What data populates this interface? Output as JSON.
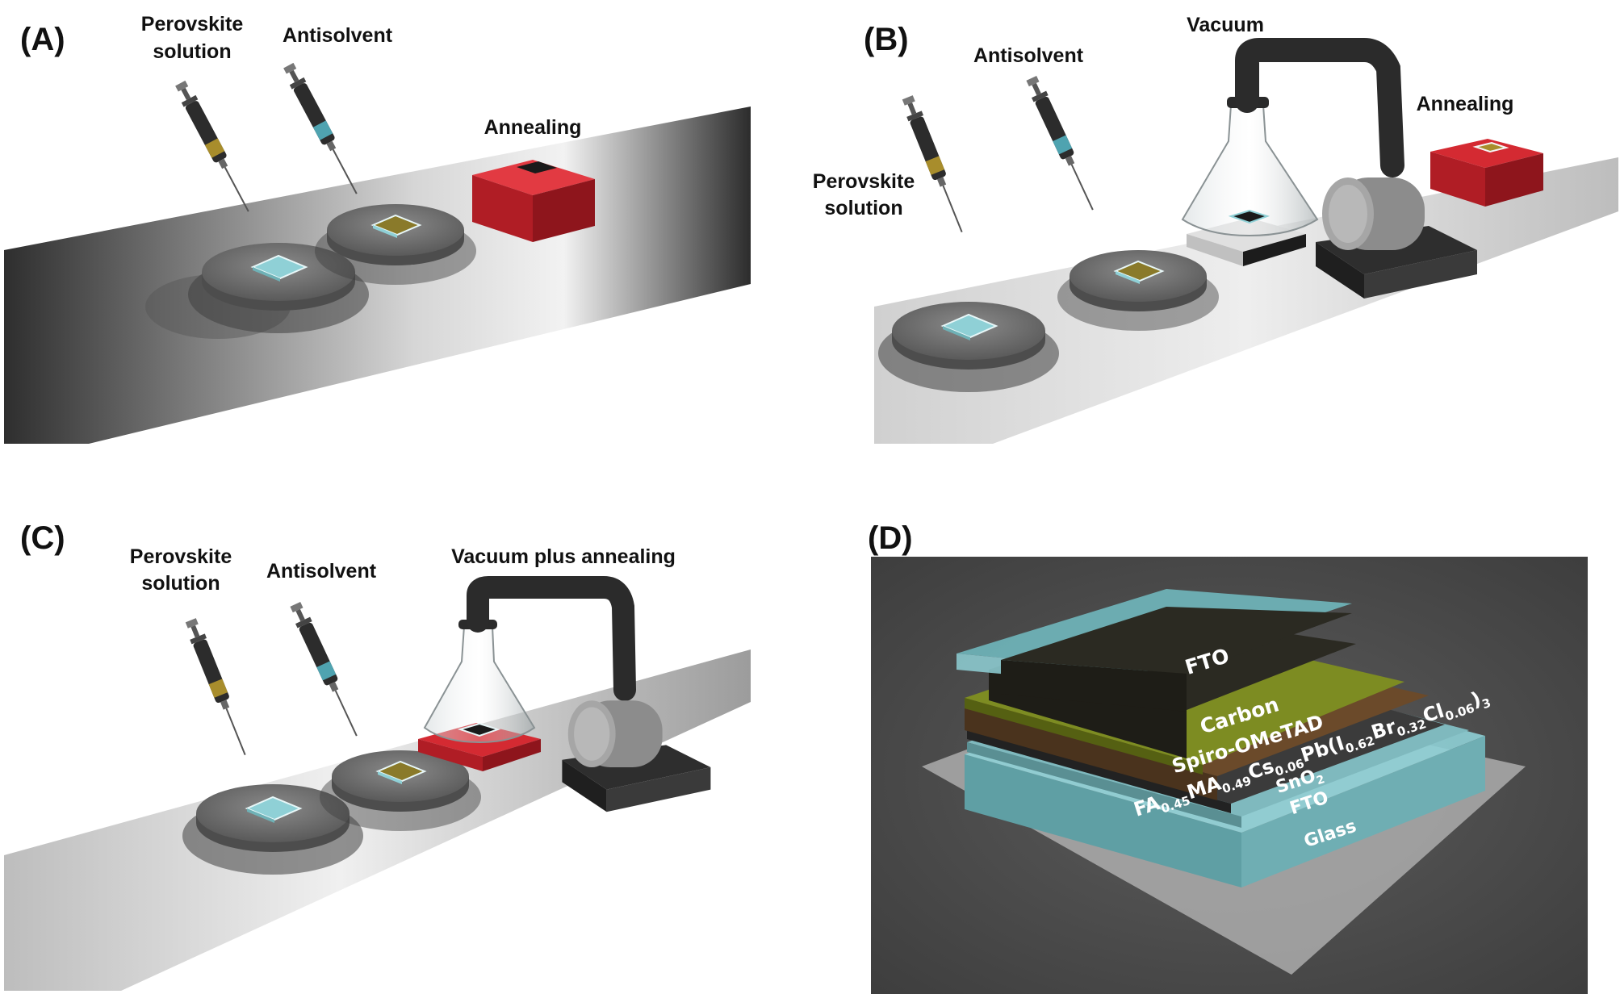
{
  "panels": {
    "a": {
      "letter": "(A)",
      "perovskite": [
        "Perovskite",
        "solution"
      ],
      "antisolvent": "Antisolvent",
      "annealing": "Annealing"
    },
    "b": {
      "letter": "(B)",
      "antisolvent": "Antisolvent",
      "vacuum": "Vacuum",
      "annealing": "Annealing",
      "perovskite": [
        "Perovskite",
        "solution"
      ]
    },
    "c": {
      "letter": "(C)",
      "perovskite": [
        "Perovskite",
        "solution"
      ],
      "antisolvent": "Antisolvent",
      "vacuum_annealing": "Vacuum plus annealing"
    },
    "d": {
      "letter": "(D)",
      "layers": {
        "fto_top": "FTO",
        "carbon": "Carbon",
        "spiro": "Spiro-OMeTAD",
        "perovskite": {
          "fa": "FA",
          "fa_sub": "0.45",
          "ma": "MA",
          "ma_sub": "0.49",
          "cs": "Cs",
          "cs_sub": "0.06",
          "pb": "Pb(I",
          "i_sub": "0.62",
          "br": "Br",
          "br_sub": "0.32",
          "cl": "Cl",
          "cl_sub": "0.06",
          "close": ")",
          "close_sub": "3"
        },
        "sno2": "SnO",
        "sno2_sub": "2",
        "fto_bottom": "FTO",
        "glass": "Glass"
      }
    }
  },
  "colors": {
    "belt_light": "#e6e6e6",
    "belt_dark": "#3a3a3a",
    "hotplate_red": "#c8232c",
    "perovskite_gold": "#8a7a2a",
    "antisolvent_cyan": "#4fa3b0",
    "glass_cyan": "#8fd0d6",
    "panel_d_bg": "#4a4a4a",
    "carbon": "#2b2a22",
    "spiro": "#6b7a1c",
    "perovskite_layer": "#5a3f24",
    "fto": "#7fb9be"
  }
}
